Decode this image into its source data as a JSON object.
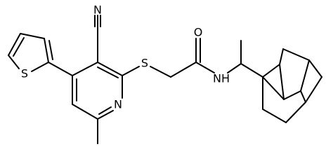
{
  "diagram": {
    "kind": "chemical-structure",
    "atoms": {
      "n_nitrile": "N",
      "s_thiophene": "S",
      "s_thioether": "S",
      "o_carbonyl": "O",
      "n_pyridine": "N",
      "nh_amide": "N",
      "h_amide": "H"
    },
    "colors": {
      "bonds": "#000000",
      "labels": "#000000",
      "background": "#ffffff"
    }
  }
}
